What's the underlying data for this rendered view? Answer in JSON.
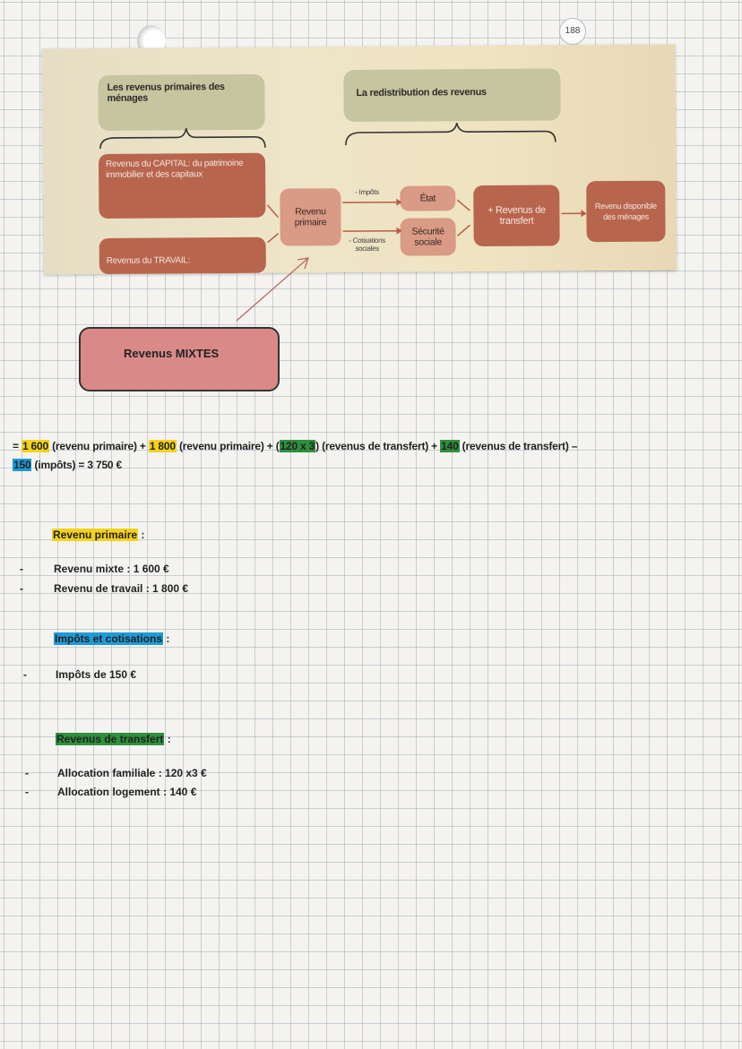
{
  "page_number": "188",
  "diagram": {
    "primary_header": "Les revenus primaires des ménages",
    "redistribution_header": "La redistribution des revenus",
    "capital_box": "Revenus du CAPITAL: du patrimoine immobilier et des capitaux",
    "travail_box": "Revenus du TRAVAIL:",
    "revenu_primaire": "Revenu primaire",
    "impots_label": "- Impôts",
    "cotisations_label": "- Cotisations sociales",
    "etat": "État",
    "securite_sociale": "Sécurité sociale",
    "revenus_transfert": "+ Revenus de transfert",
    "revenu_disponible": "Revenu disponible des ménages"
  },
  "mixtes_box": "Revenus MIXTES",
  "equation": {
    "prefix": "= ",
    "v1": "1 600",
    "t1": " (revenu primaire) + ",
    "v2": "1 800",
    "t2": " (revenu primaire) + (",
    "v3": "120 x 3",
    "t3": ") (revenus de transfert) + ",
    "v4": "140",
    "t4": " (revenus de transfert) –",
    "v5": "150",
    "t5": " (impôts) = 3 750 €"
  },
  "sections": {
    "primaire": {
      "title": "Revenu primaire",
      "colon": " :",
      "items": [
        "Revenu mixte : 1 600 €",
        "Revenu de travail : 1 800 €"
      ]
    },
    "impots": {
      "title": "Impôts et cotisations",
      "colon": " :",
      "items": [
        "Impôts de 150 €"
      ]
    },
    "transfert": {
      "title": "Revenus de transfert",
      "colon": " :",
      "items": [
        "Allocation familiale : 120 x3 €",
        "Allocation logement : 140 €"
      ]
    }
  },
  "dash_char": "-",
  "colors": {
    "highlight_yellow": "#f4d219",
    "highlight_green": "#2f8f3e",
    "highlight_blue": "#1e9bd6",
    "mixtes_fill": "#d98a88"
  }
}
